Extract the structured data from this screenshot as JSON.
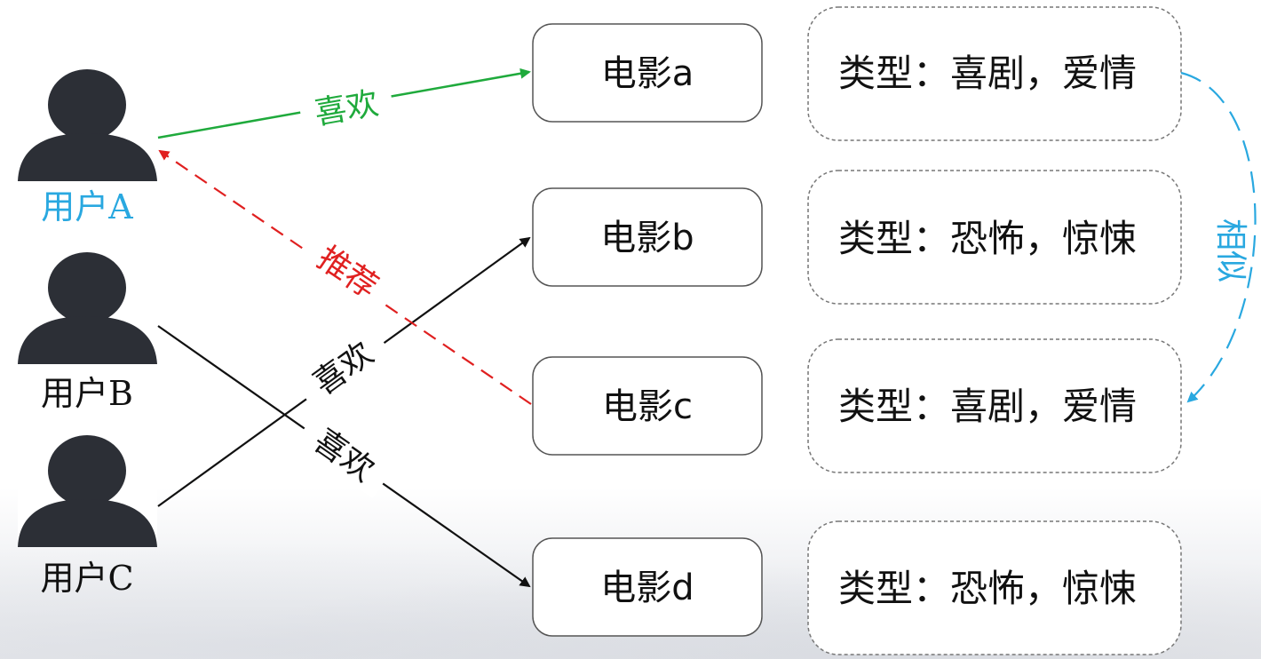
{
  "users": [
    {
      "id": "a",
      "label": "用户A",
      "label_color": "#29a8e0"
    },
    {
      "id": "b",
      "label": "用户B",
      "label_color": "#111111"
    },
    {
      "id": "c",
      "label": "用户C",
      "label_color": "#111111"
    }
  ],
  "movies": [
    {
      "id": "a",
      "label": "电影a"
    },
    {
      "id": "b",
      "label": "电影b"
    },
    {
      "id": "c",
      "label": "电影c"
    },
    {
      "id": "d",
      "label": "电影d"
    }
  ],
  "types": [
    {
      "label": "类型：喜剧，爱情"
    },
    {
      "label": "类型：恐怖，惊悚"
    },
    {
      "label": "类型：喜剧，爱情"
    },
    {
      "label": "类型：恐怖，惊悚"
    }
  ],
  "edges": {
    "user_a_likes_movie_a": {
      "label": "喜欢",
      "color": "#1faa3c"
    },
    "recommend_movie_c_to_user_a": {
      "label": "推荐",
      "color": "#e02020"
    },
    "user_c_likes_movie_b": {
      "label": "喜欢",
      "color": "#111111"
    },
    "user_b_likes_movie_d": {
      "label": "喜欢",
      "color": "#111111"
    },
    "similar_types": {
      "label": "相似",
      "color": "#29a8e0"
    }
  },
  "colors": {
    "avatar": "#2c2f36",
    "box_border": "#555555",
    "dashed_box_border": "#777777"
  }
}
